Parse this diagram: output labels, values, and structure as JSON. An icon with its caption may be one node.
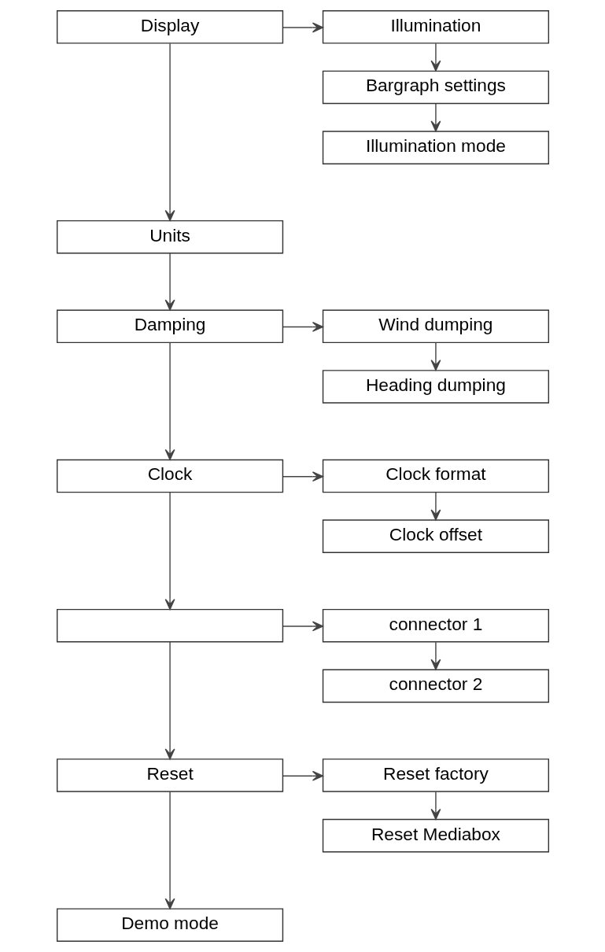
{
  "diagram": {
    "nodes": [
      {
        "text": [
          "Display"
        ]
      },
      {
        "text": [
          "Illumination"
        ]
      },
      {
        "text": [
          "Bargraph settings"
        ]
      },
      {
        "text": [
          "Illumination mode"
        ]
      },
      {
        "text": [
          "Units"
        ]
      },
      {
        "text": [
          "Damping"
        ]
      },
      {
        "text": [
          "Wind dumping"
        ]
      },
      {
        "text": [
          "Heading dumping"
        ]
      },
      {
        "text": [
          "Clock"
        ]
      },
      {
        "text": [
          "Clock format"
        ]
      },
      {
        "text": [
          "Clock offset"
        ]
      },
      {
        "text": [],
        "shape": "box"
      },
      {
        "text": [
          "connector 1"
        ]
      },
      {
        "text": [
          "connector 2"
        ]
      },
      {
        "text": [
          "Reset"
        ]
      },
      {
        "text": [
          "Reset factory"
        ]
      },
      {
        "text": [
          "Reset Mediabox"
        ]
      },
      {
        "text": [
          "Demo mode"
        ]
      }
    ],
    "edges": [
      {
        "from": 0,
        "to": 1,
        "arrow": "to"
      },
      {
        "from": 1,
        "to": 2,
        "arrow": "to"
      },
      {
        "from": 2,
        "to": 3,
        "arrow": "to"
      },
      {
        "from": 0,
        "to": 4,
        "arrow": "to"
      },
      {
        "from": 4,
        "to": 5,
        "arrow": "to"
      },
      {
        "from": 5,
        "to": 6,
        "arrow": "to"
      },
      {
        "from": 6,
        "to": 7,
        "arrow": "to"
      },
      {
        "from": 5,
        "to": 8,
        "arrow": "to"
      },
      {
        "from": 8,
        "to": 9,
        "arrow": "to"
      },
      {
        "from": 9,
        "to": 10,
        "arrow": "to"
      },
      {
        "from": 8,
        "to": 11,
        "arrow": "to"
      },
      {
        "from": 11,
        "to": 12,
        "arrow": "to"
      },
      {
        "from": 12,
        "to": 13,
        "arrow": "to"
      },
      {
        "from": 11,
        "to": 14,
        "arrow": "to"
      },
      {
        "from": 14,
        "to": 15,
        "arrow": "to"
      },
      {
        "from": 15,
        "to": 16,
        "arrow": "to"
      },
      {
        "from": 14,
        "to": 17,
        "arrow": "to"
      }
    ]
  }
}
